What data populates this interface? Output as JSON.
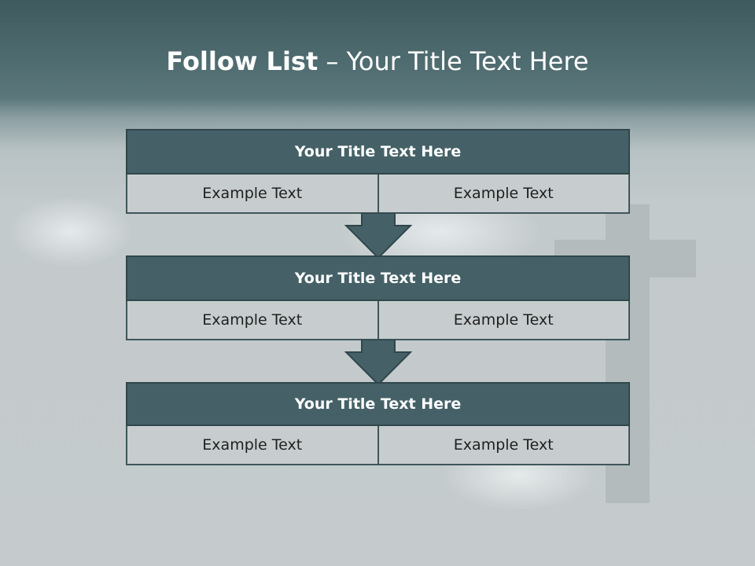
{
  "slide": {
    "title_bold": "Follow List",
    "title_rest": "– Your Title Text Here"
  },
  "blocks": [
    {
      "title": "Your Title Text Here",
      "left": "Example Text",
      "right": "Example Text"
    },
    {
      "title": "Your Title Text Here",
      "left": "Example Text",
      "right": "Example Text"
    },
    {
      "title": "Your Title Text Here",
      "left": "Example Text",
      "right": "Example Text"
    }
  ],
  "colors": {
    "header_fill": "#456167",
    "cell_fill": "#c7cdce",
    "background_top": "#3f5a5e",
    "background_bottom": "#c5cbcc"
  }
}
